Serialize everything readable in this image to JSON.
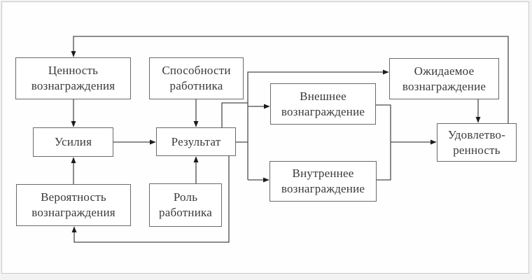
{
  "diagram": {
    "description": "Porter-Lawler motivation model flowchart",
    "nodes": {
      "reward_value": {
        "label": "Ценность\nвознаграждения"
      },
      "employee_abilities": {
        "label": "Способности\nработника"
      },
      "expected_reward": {
        "label": "Ожидаемое\nвознаграждение"
      },
      "effort": {
        "label": "Усилия"
      },
      "result": {
        "label": "Результат"
      },
      "external_reward": {
        "label": "Внешнее\nвознаграждение"
      },
      "internal_reward": {
        "label": "Внутреннее\nвознаграждение"
      },
      "satisfaction": {
        "label": "Удовлетво-\nренность"
      },
      "reward_probability": {
        "label": "Вероятность\nвознаграждения"
      },
      "employee_role": {
        "label": "Роль\nработника"
      }
    },
    "edges": [
      {
        "from": "satisfaction",
        "to": "reward_value"
      },
      {
        "from": "reward_value",
        "to": "effort"
      },
      {
        "from": "reward_probability",
        "to": "effort"
      },
      {
        "from": "effort",
        "to": "result"
      },
      {
        "from": "employee_abilities",
        "to": "result"
      },
      {
        "from": "employee_role",
        "to": "result"
      },
      {
        "from": "result",
        "to": "expected_reward"
      },
      {
        "from": "result",
        "to": "external_reward"
      },
      {
        "from": "result",
        "to": "internal_reward"
      },
      {
        "from": "external_reward",
        "to": "satisfaction"
      },
      {
        "from": "internal_reward",
        "to": "satisfaction"
      },
      {
        "from": "expected_reward",
        "to": "satisfaction"
      },
      {
        "from": "result",
        "to": "reward_probability"
      }
    ],
    "colors": {
      "line": "#4c4c4c",
      "arrowhead": "#1c1c1c",
      "box_border": "#6a6a6a",
      "text": "#3a3a3a",
      "canvas_background": "#fefefe",
      "frame_border": "#c8c8c8",
      "page_background": "#f2f2f2"
    }
  }
}
